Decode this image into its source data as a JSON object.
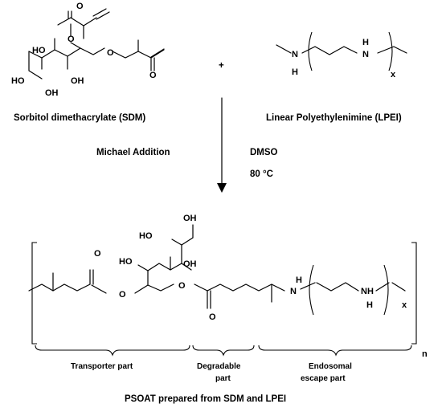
{
  "reactant_sdm": {
    "name": "Sorbitol dimethacrylate (SDM)",
    "atoms": {
      "o1": "O",
      "o_carbonyl1": "O",
      "o2": "O",
      "o_carbonyl2": "O",
      "ho1": "HO",
      "ho2": "HO",
      "oh1": "OH",
      "oh2": "OH"
    }
  },
  "plus": "+",
  "reactant_lpei": {
    "name": "Linear Polyethylenimine (LPEI)",
    "atoms": {
      "n1": "N",
      "h1": "H",
      "n2": "N",
      "h2": "H",
      "x": "x"
    }
  },
  "reaction": {
    "name": "Michael Addition",
    "solvent": "DMSO",
    "temperature": "80 °C"
  },
  "product": {
    "atoms": {
      "o_carbonyl_a": "O",
      "o_ester_a": "O",
      "o_ester_b": "O",
      "o_carbonyl_b": "O",
      "oh_top": "OH",
      "ho_a": "HO",
      "ho_b": "HO",
      "oh_c": "OH",
      "h_n1": "H",
      "n1": "N",
      "nh": "NH",
      "h_n2": "H",
      "x": "x",
      "n": "n"
    },
    "parts": {
      "transporter": "Transporter part",
      "degradable_1": "Degradable",
      "degradable_2": "part",
      "endosomal_1": "Endosomal",
      "endosomal_2": "escape part"
    },
    "caption": "PSOAT prepared from SDM and LPEI"
  }
}
